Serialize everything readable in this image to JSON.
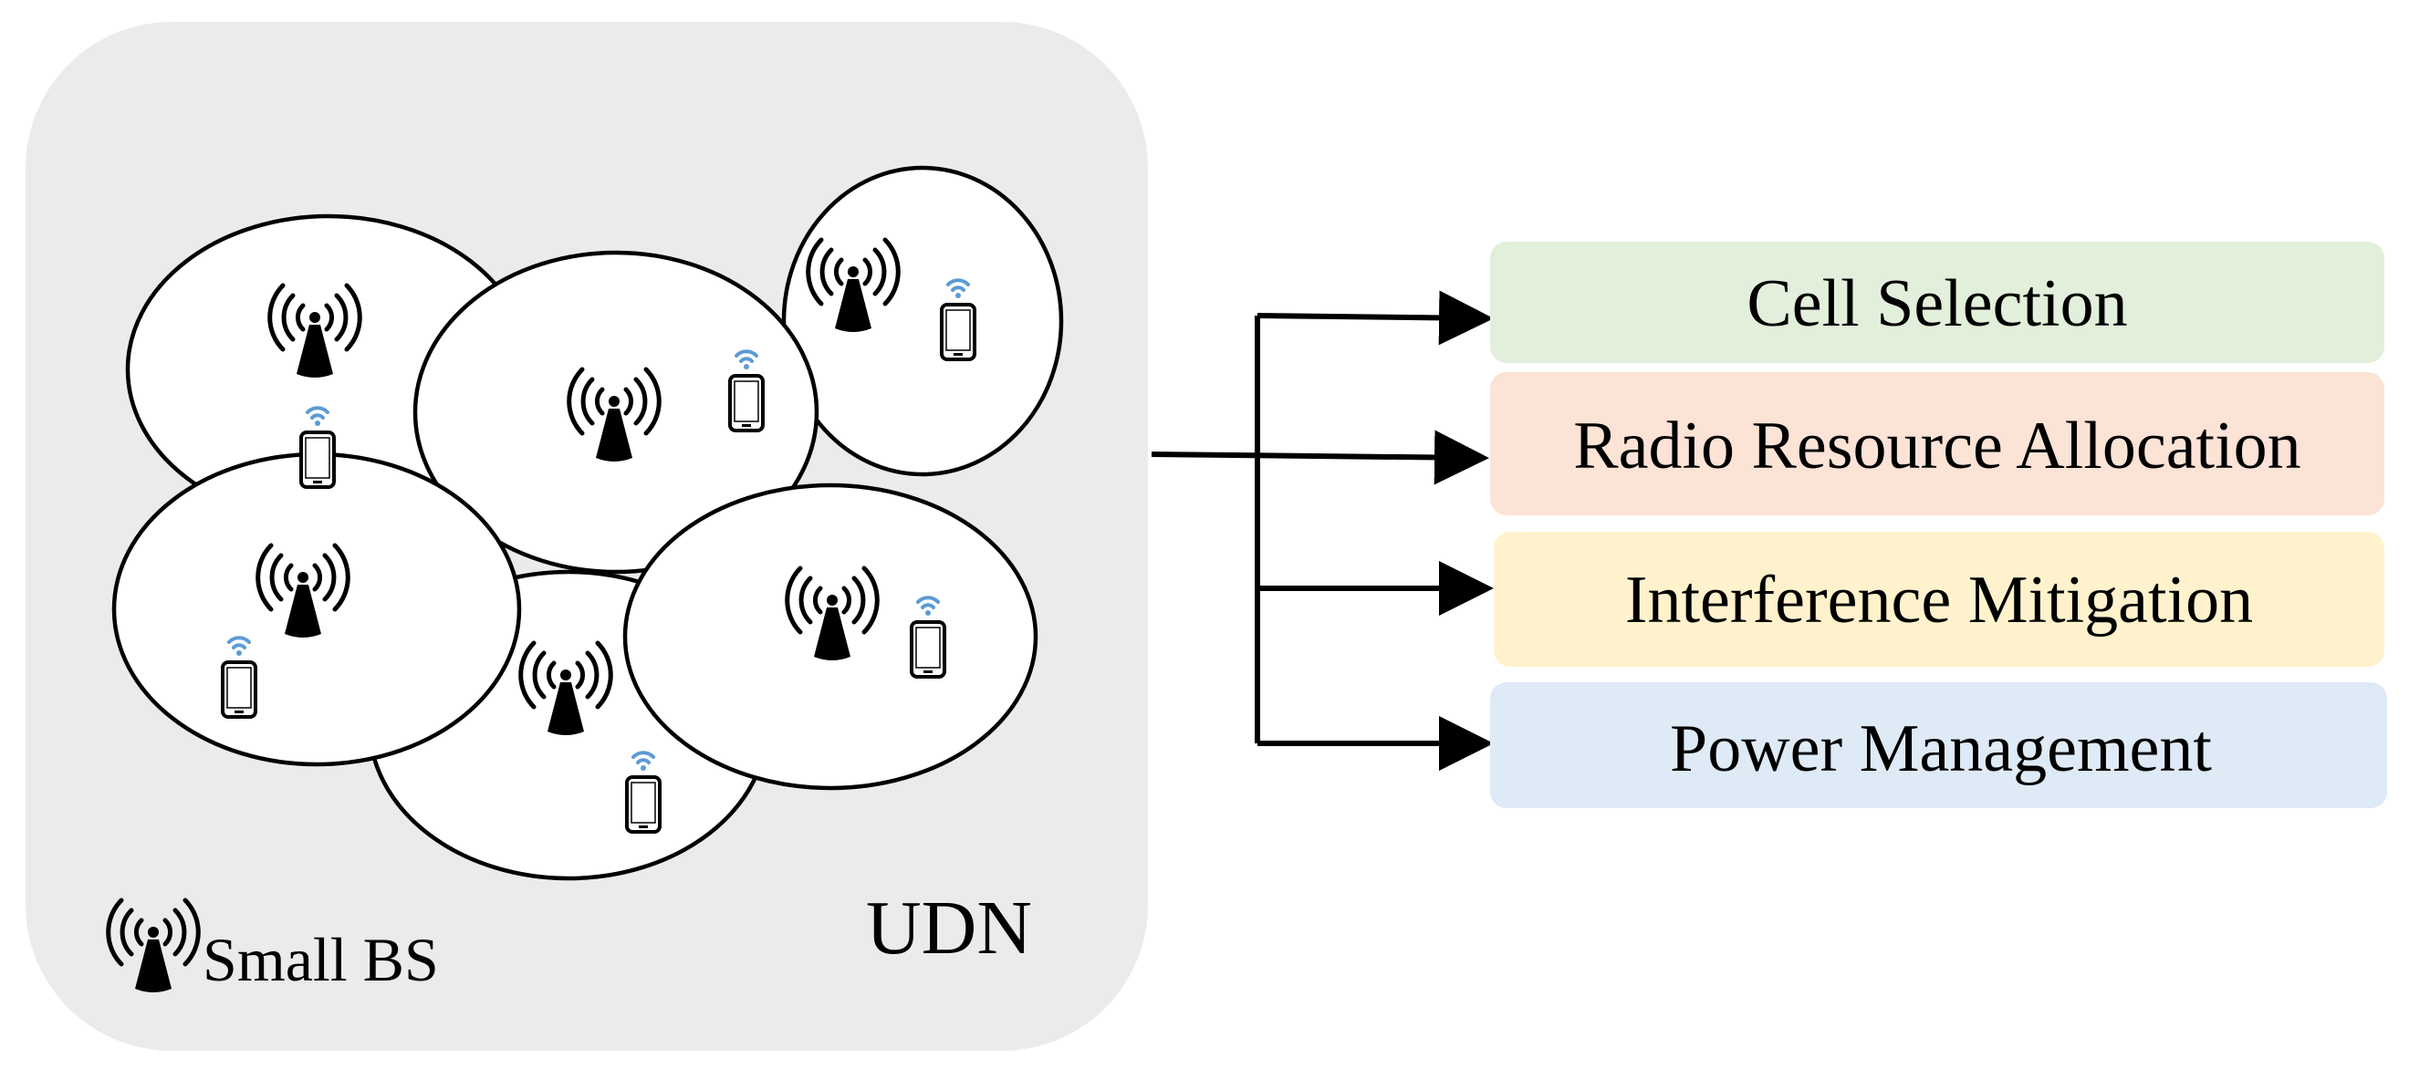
{
  "udn": {
    "label": "UDN",
    "legend_label": "Small BS"
  },
  "functions": [
    {
      "label": "Cell Selection",
      "color": "#e2efda"
    },
    {
      "label": "Radio Resource Allocation",
      "color": "#fbe3d6"
    },
    {
      "label": "Interference Mitigation",
      "color": "#fff2cc"
    },
    {
      "label": "Power Management",
      "color": "#deeaf6"
    }
  ],
  "colors": {
    "panel": "#ebebeb",
    "wifi": "#5b9bd5",
    "ink": "#000000"
  },
  "icons": {
    "base_station": "antenna-tower-icon",
    "user": "smartphone-wifi-icon"
  }
}
